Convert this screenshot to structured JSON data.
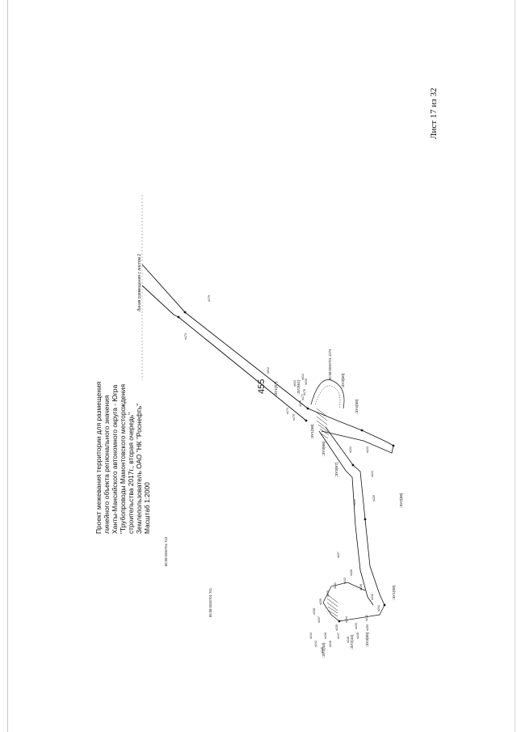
{
  "page": {
    "page_number": "455",
    "sheet_label": "Лист 17 из 32"
  },
  "title_block": {
    "lines": [
      "Проект межевания территории для размещения",
      "линейного объекта регионального значения",
      "Ханты-Мансийского автономного округа - Югра",
      "\"Трубопроводы Мамонтовского месторождения",
      "строительства 2017г., вторая очередь\"",
      "Землепользователь ОАО \"НК \"Роснефть\"",
      "Масштаб 1:2000"
    ]
  },
  "map": {
    "match_line_label": "Линия совмещения с листом 2",
    "cadastral_labels": [
      "86:08:0030701:743",
      "86:08:0030701:741",
      "86:08:0030701:1273"
    ],
    "parcel_labels": [
      ":ЗУ1(57)",
      ":ЗУ2(61)",
      ":ЗУ3(60)",
      ":ЗУ4(59)",
      ":ЗУ1(58)",
      ":ЗУ3(66)",
      ":ЗУ3(67)",
      ":ЗУ2(68)",
      ":ЗУ1(59)",
      ":ЗУ2(43)",
      ":ЗУ2(44)",
      ":ЗУ3(65)"
    ],
    "point_labels": [
      "н173",
      "н179",
      "н612",
      "н174",
      "н175",
      "н176",
      "н177",
      "н178",
      "н613",
      "н614",
      "н615",
      "н222",
      "н223",
      "н224",
      "н225",
      "н226",
      "н227",
      "н228",
      "н229",
      "н230",
      "н231",
      "н232",
      "н233",
      "н234",
      "н235",
      "н236",
      "н237",
      "н238",
      "н239",
      "н240",
      "н241",
      "н242",
      "н243",
      "н244",
      "н245",
      "н246",
      "н247",
      "н248",
      "н249",
      "н250"
    ]
  }
}
